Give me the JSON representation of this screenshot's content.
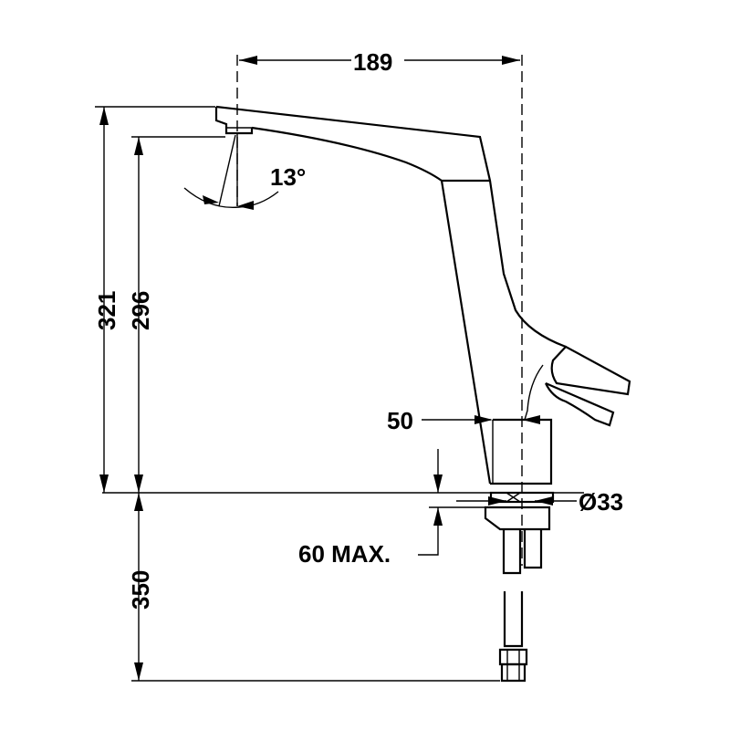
{
  "dimensions": {
    "width_189": "189",
    "height_321": "321",
    "height_296": "296",
    "angle_13": "13°",
    "base_50": "50",
    "hole_33": "Ø33",
    "counter_60": "60 MAX.",
    "hose_350": "350"
  }
}
